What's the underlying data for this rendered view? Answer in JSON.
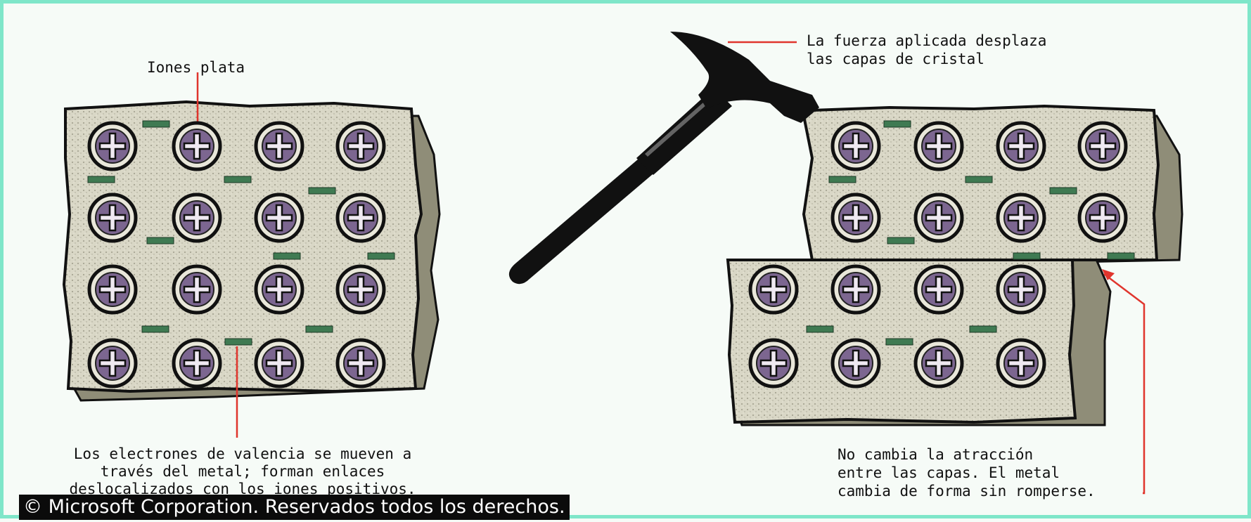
{
  "labels": {
    "ions": "Iones plata",
    "force_line1": "La fuerza aplicada desplaza",
    "force_line2": "las capas de cristal",
    "electrons_line1": "Los electrones de valencia se mueven a",
    "electrons_line2": "través del metal; forman enlaces",
    "electrons_line3": "deslocalizados con los iones positivos.",
    "attraction_line1": "No cambia la atracción",
    "attraction_line2": "entre las capas. El metal",
    "attraction_line3": "cambia de forma sin romperse."
  },
  "copyright": "© Microsoft Corporation. Reservados todos los derechos.",
  "colors": {
    "stone": "#d7d5c4",
    "stone_shadow": "#8f8d78",
    "ion_fill": "#7c6690",
    "electron": "#3f7a52",
    "pointer_red": "#e0352d",
    "border": "#7fe6c9"
  },
  "icons": [
    "hammer-icon",
    "positive-ion-icon",
    "electron-icon"
  ]
}
